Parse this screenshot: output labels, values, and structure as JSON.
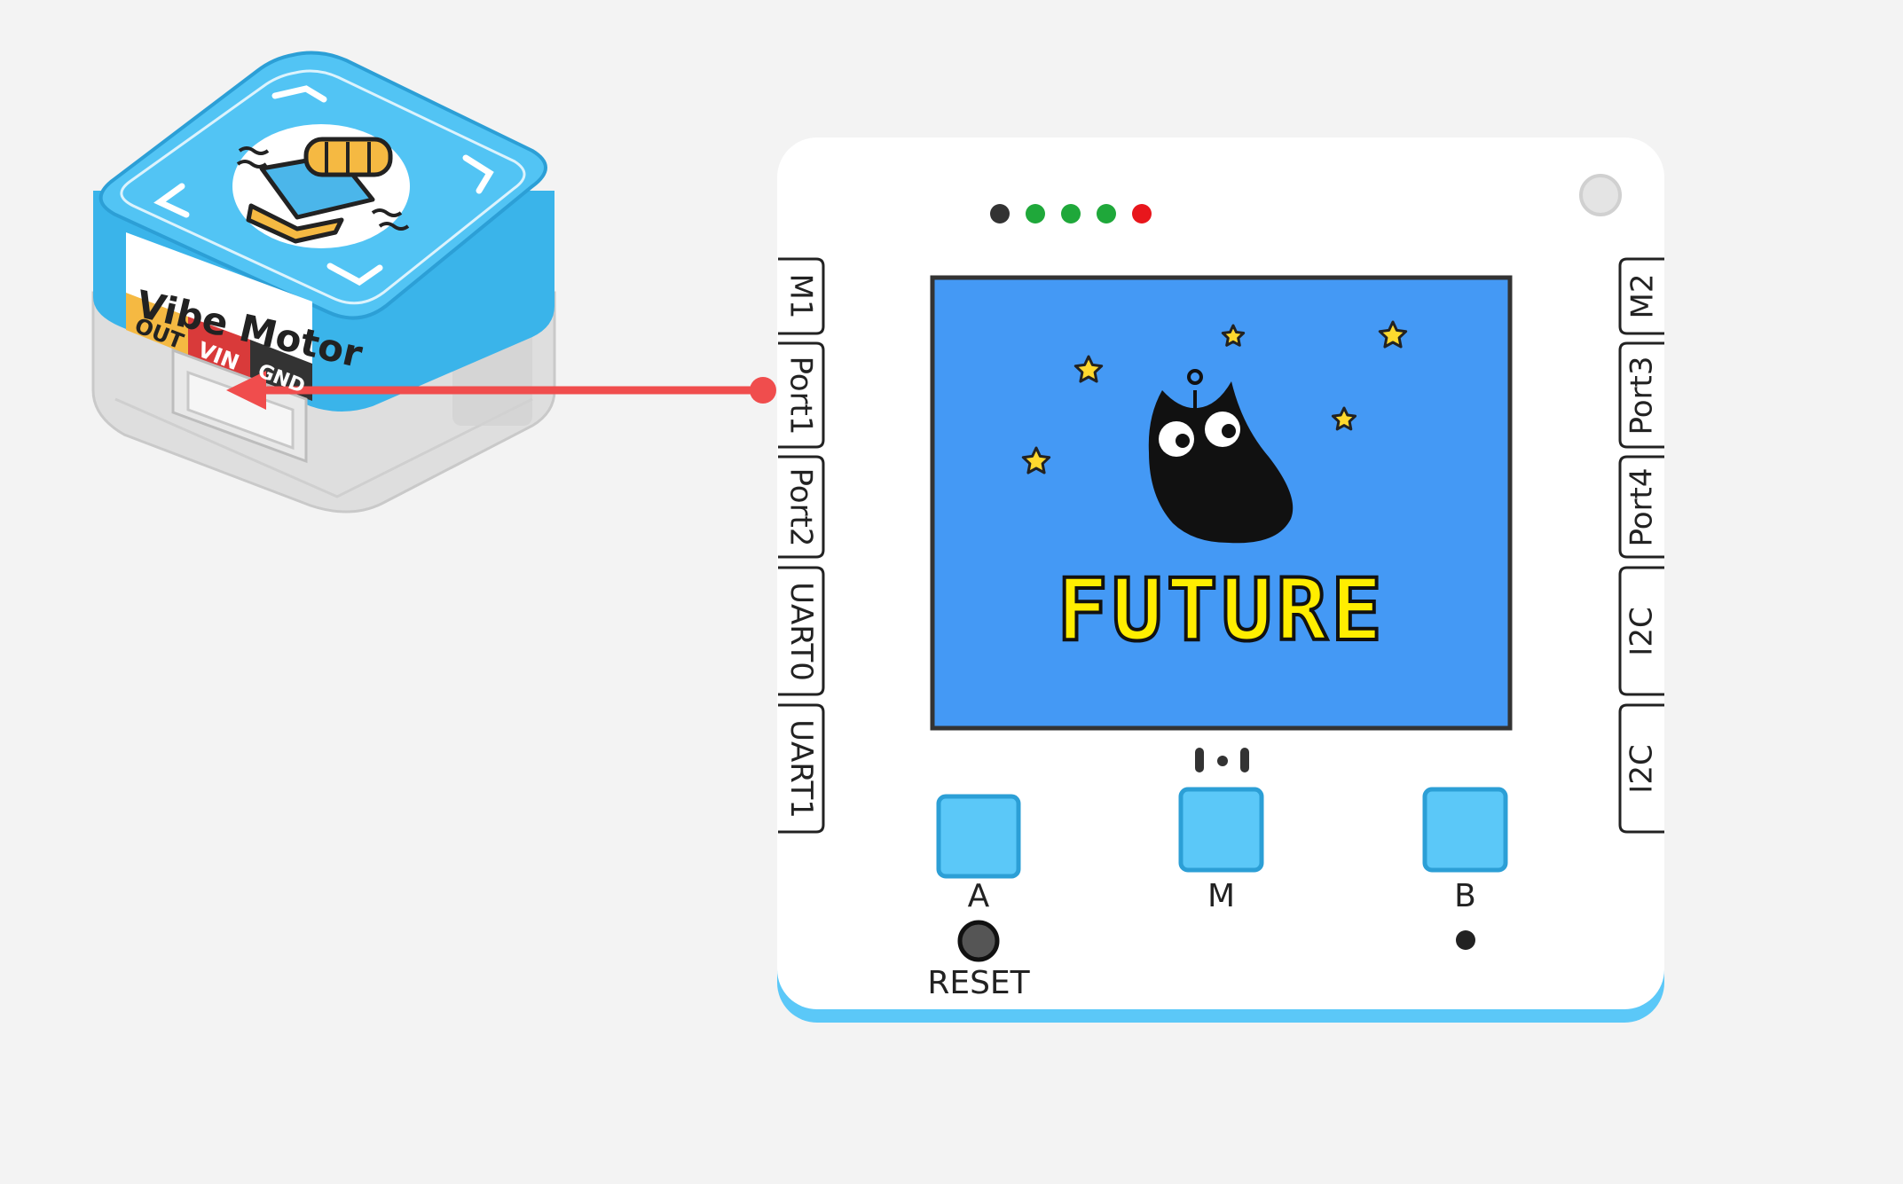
{
  "module": {
    "name": "Vibe Motor",
    "pins": [
      "OUT",
      "VIN",
      "GND"
    ],
    "pin_colors": [
      "#f5b942",
      "#d93a3a",
      "#333333"
    ],
    "body_color": "#3ab4ea"
  },
  "board": {
    "leds": [
      "#333333",
      "#1fa83a",
      "#1fa83a",
      "#1fa83a",
      "#e8161c"
    ],
    "left_ports": [
      "M1",
      "Port1",
      "Port2",
      "UART0",
      "UART1"
    ],
    "right_ports": [
      "M2",
      "Port3",
      "Port4",
      "I2C",
      "I2C"
    ],
    "screen_text": "FUTURE",
    "screen_color": "#4499f5",
    "button_color": "#5bc8f8",
    "buttons": [
      "A",
      "M",
      "B"
    ],
    "reset_label": "RESET"
  },
  "connector_color": "#f04d4d"
}
